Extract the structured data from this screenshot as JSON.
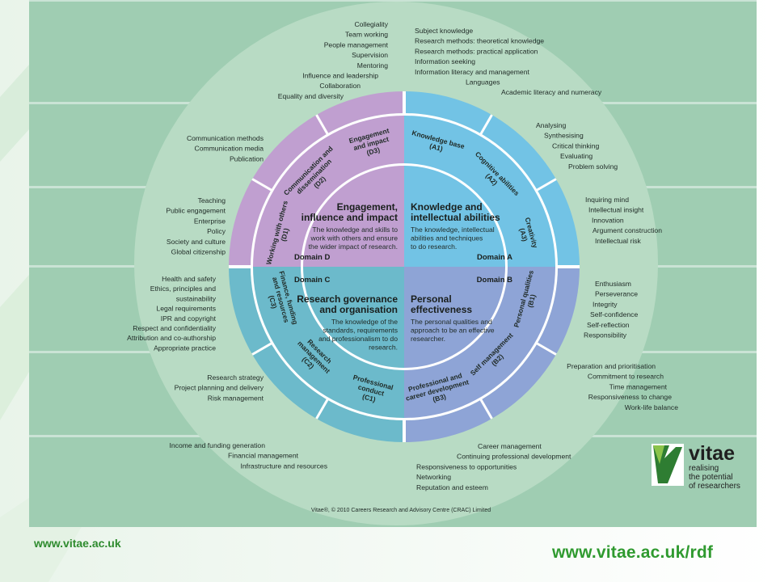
{
  "domains": {
    "A": {
      "title_lines": [
        "Knowledge and",
        "intellectual abilities"
      ],
      "desc_lines": [
        "The knowledge, intellectual",
        "abilities and techniques",
        "to do research."
      ],
      "label": "Domain A",
      "color": "#72c3e5",
      "subs": [
        {
          "lines": [
            "Knowledge base",
            "(A1)"
          ],
          "items": [
            "Subject knowledge",
            "Research methods: theoretical knowledge",
            "Research methods: practical application",
            "Information seeking",
            "Information literacy and management",
            "Languages",
            "Academic literacy and numeracy"
          ]
        },
        {
          "lines": [
            "Cognitive abilities",
            "(A2)"
          ],
          "items": [
            "Analysing",
            "Synthesising",
            "Critical thinking",
            "Evaluating",
            "Problem solving"
          ]
        },
        {
          "lines": [
            "Creativity",
            "(A3)"
          ],
          "items": [
            "Inquiring mind",
            "Intellectual insight",
            "Innovation",
            "Argument construction",
            "Intellectual risk"
          ]
        }
      ]
    },
    "B": {
      "title_lines": [
        "Personal",
        "effectiveness"
      ],
      "desc_lines": [
        "The personal qualities and",
        "approach to be an effective",
        "researcher."
      ],
      "label": "Domain B",
      "color": "#8ea4d6",
      "subs": [
        {
          "lines": [
            "Personal qualities",
            "(B1)"
          ],
          "items": [
            "Enthusiasm",
            "Perseverance",
            "Integrity",
            "Self-confidence",
            "Self-reflection",
            "Responsibility"
          ]
        },
        {
          "lines": [
            "Self management",
            "(B2)"
          ],
          "items": [
            "Preparation and prioritisation",
            "Commitment to research",
            "Time management",
            "Responsiveness to change",
            "Work-life balance"
          ]
        },
        {
          "lines": [
            "Professional and",
            "career development",
            "(B3)"
          ],
          "items": [
            "Career management",
            "Continuing professional development",
            "Responsiveness to opportunities",
            "Networking",
            "Reputation and esteem"
          ]
        }
      ]
    },
    "C": {
      "title_lines": [
        "Research governance",
        "and organisation"
      ],
      "desc_lines": [
        "The knowledge of the",
        "standards, requirements",
        "and professionalism to do",
        "research."
      ],
      "label": "Domain C",
      "color": "#6cbacb",
      "subs": [
        {
          "lines": [
            "Professional",
            "conduct",
            "(C1)"
          ],
          "items": [
            "Health and safety",
            "Ethics, principles and",
            "sustainability",
            "Legal requirements",
            "IPR and copyright",
            "Respect and confidentiality",
            "Attribution and co-authorship",
            "Appropriate practice"
          ]
        },
        {
          "lines": [
            "Research",
            "management",
            "(C2)"
          ],
          "items": [
            "Research strategy",
            "Project planning and delivery",
            "Risk management"
          ]
        },
        {
          "lines": [
            "Finance, funding",
            "and resources",
            "(C3)"
          ],
          "items": [
            "Income and funding generation",
            "Financial management",
            "Infrastructure and resources"
          ]
        }
      ]
    },
    "D": {
      "title_lines": [
        "Engagement,",
        "influence and impact"
      ],
      "desc_lines": [
        "The knowledge and skills to",
        "work with others and ensure",
        "the wider impact of research."
      ],
      "label": "Domain D",
      "color": "#c09fd0",
      "subs": [
        {
          "lines": [
            "Working with others",
            "(D1)"
          ],
          "items": [
            "Collegiality",
            "Team working",
            "People management",
            "Supervision",
            "Mentoring",
            "Influence and leadership",
            "Collaboration",
            "Equality and diversity"
          ]
        },
        {
          "lines": [
            "Communication and",
            "dissemination",
            "(D2)"
          ],
          "items": [
            "Communication methods",
            "Communication media",
            "Publication"
          ]
        },
        {
          "lines": [
            "Engagement",
            "and impact",
            "(D3)"
          ],
          "items": [
            "Teaching",
            "Public engagement",
            "Enterprise",
            "Policy",
            "Society and culture",
            "Global citizenship"
          ]
        }
      ]
    }
  },
  "copyright": "Vitae®, © 2010 Careers Research and Advisory Centre (CRAC) Limited",
  "logo": {
    "name": "vitae",
    "tagline_lines": [
      "realising",
      "the potential",
      "of researchers"
    ],
    "icon": "vitae-v-logo"
  },
  "footer": {
    "left_url": "www.vitae.ac.uk",
    "right_url": "www.vitae.ac.uk/rdf"
  },
  "colors": {
    "poster_bg": "#9fcdb2",
    "outer_disc": "#b8dbc4",
    "text": "#1f2a26",
    "accent_green": "#2f9a2f"
  }
}
